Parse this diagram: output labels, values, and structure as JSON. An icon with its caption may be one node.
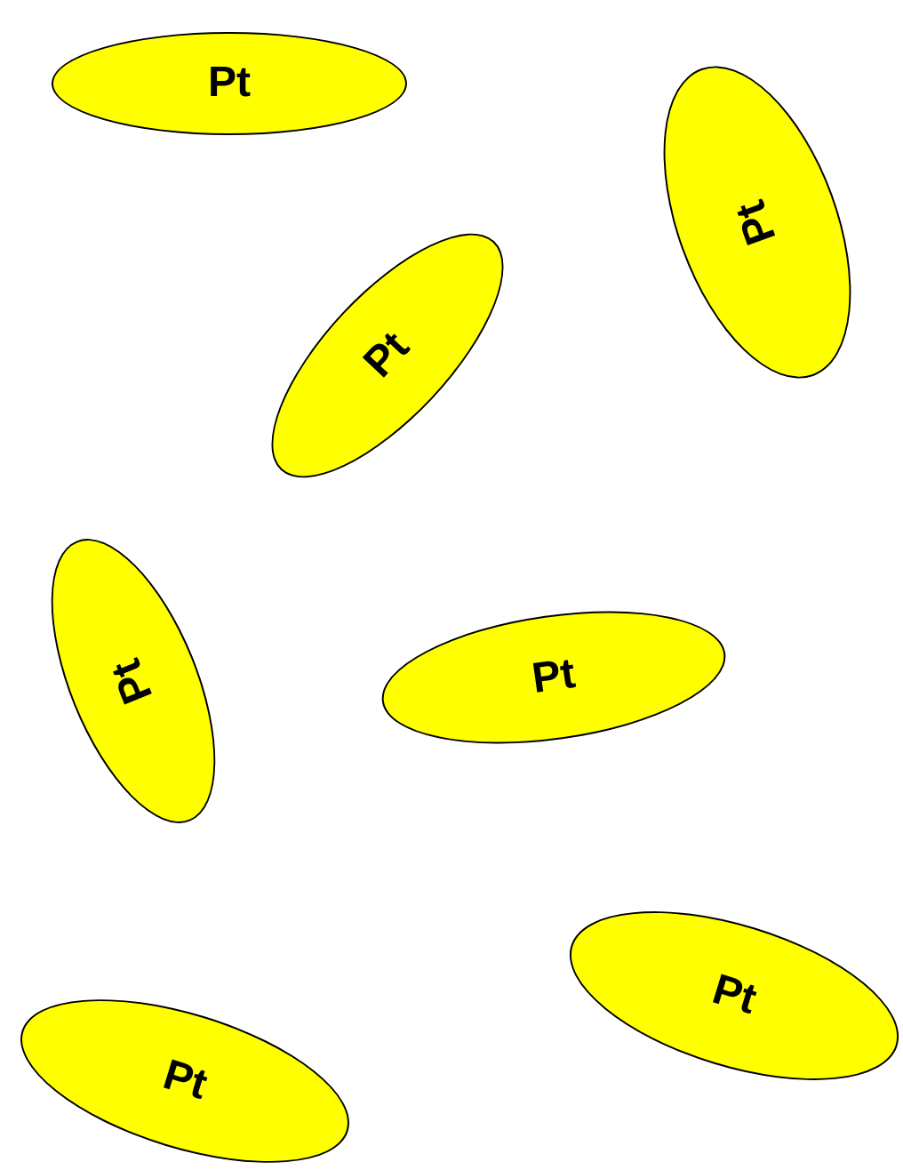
{
  "diagram": {
    "nodes": [
      {
        "text": [
          "Pt"
        ]
      },
      {
        "text": [
          "Pt"
        ]
      },
      {
        "text": [
          "Pt"
        ]
      },
      {
        "text": [
          "Pt"
        ]
      },
      {
        "text": [
          "Pt"
        ]
      },
      {
        "text": [
          "Pt"
        ]
      },
      {
        "text": [
          "Pt"
        ]
      }
    ]
  }
}
